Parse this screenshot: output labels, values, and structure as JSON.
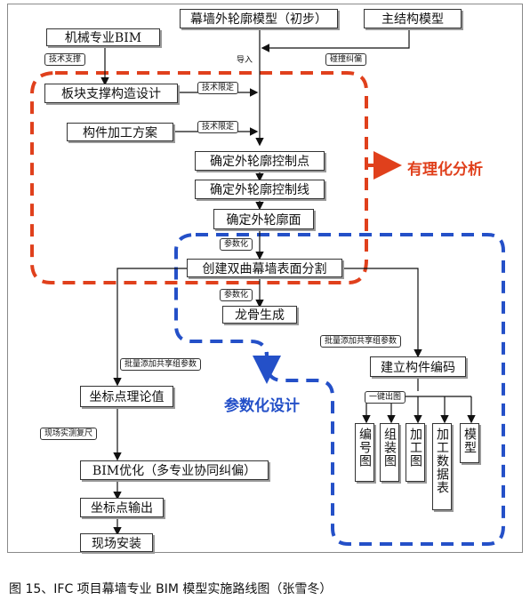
{
  "diagram": {
    "boxes": {
      "curtain_outline": "幕墙外轮廓模型（初步）",
      "main_structure": "主结构模型",
      "mech_bim": "机械专业BIM",
      "panel_support": "板块支撑构造设计",
      "component_process": "构件加工方案",
      "control_points": "确定外轮廓控制点",
      "control_lines": "确定外轮廓控制线",
      "outline_surface": "确定外轮廓面",
      "surface_split": "创建双曲幕墙表面分割",
      "keel": "龙骨生成",
      "component_code": "建立构件编码",
      "coord_theory": "坐标点理论值",
      "bim_optimize": "BIM优化（多专业协同纠偏）",
      "coord_output": "坐标点输出",
      "site_install": "现场安装"
    },
    "outputs": {
      "numbering": "编号图",
      "assembly": "组装图",
      "processing": "加工图",
      "process_data": "加工数据表",
      "model": "模型"
    },
    "tags": {
      "tech_support": "技术支撑",
      "import": "导入",
      "collision": "碰撞纠偏",
      "tech_limit_1": "技术限定",
      "tech_limit_2": "技术限定",
      "param_1": "参数化",
      "param_2": "参数化",
      "batch_add_1": "批量添加共享组参数",
      "batch_add_2": "批量添加共享组参数",
      "one_click": "一键出图",
      "site_survey": "现场实测复尺"
    },
    "zones": {
      "rational": "有理化分析",
      "parametric": "参数化设计"
    },
    "colors": {
      "rational": "#e0401c",
      "parametric": "#2450c8"
    }
  },
  "caption": "图 15、IFC 项目幕墙专业 BIM 模型实施路线图（张雪冬）"
}
